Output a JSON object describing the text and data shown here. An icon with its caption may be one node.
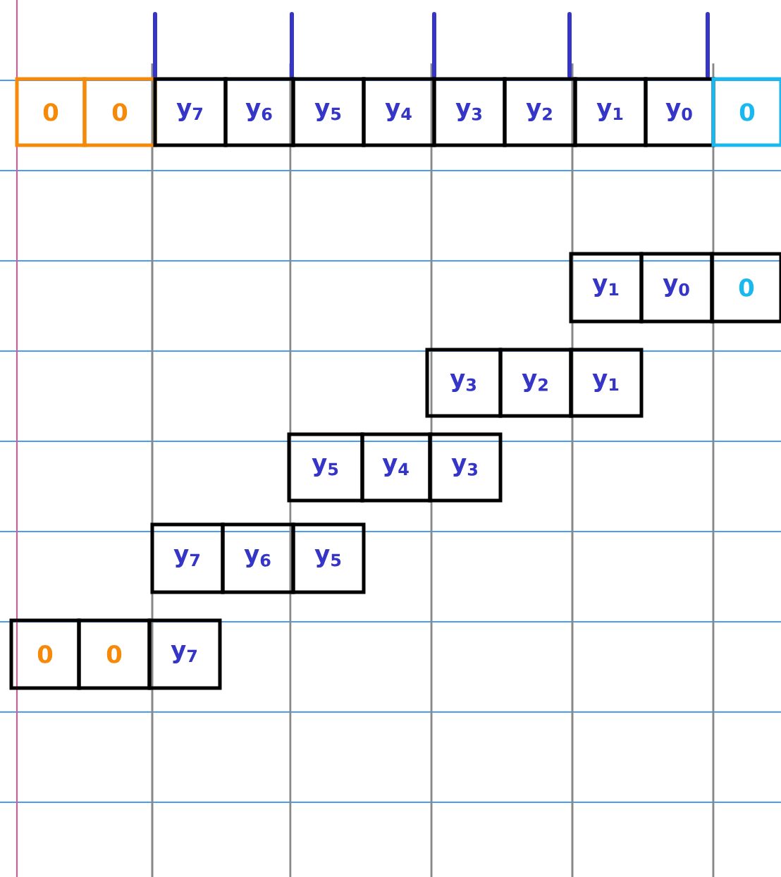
{
  "diagram": {
    "nodes": [
      {
        "text": [
          "0"
        ]
      },
      {
        "text": [
          "0"
        ]
      },
      {
        "text": [
          "y$_{7}$"
        ]
      },
      {
        "text": [
          "y$_{6}$"
        ]
      },
      {
        "text": [
          "y$_{5}$"
        ]
      },
      {
        "text": [
          "y$_{4}$"
        ]
      },
      {
        "text": [
          "y$_{3}$"
        ]
      },
      {
        "text": [
          "y$_{2}$"
        ]
      },
      {
        "text": [
          "y$_{1}$"
        ]
      },
      {
        "text": [
          "y$_{0}$"
        ]
      },
      {
        "text": [
          "0"
        ]
      },
      {
        "text": [
          "y$_{1}$"
        ]
      },
      {
        "text": [
          "y$_{0}$"
        ]
      },
      {
        "text": [
          "0"
        ]
      },
      {
        "text": [
          "y$_{3}$"
        ]
      },
      {
        "text": [
          "y$_{2}$"
        ]
      },
      {
        "text": [
          "y$_{1}$"
        ]
      },
      {
        "text": [
          "y$_{5}$"
        ]
      },
      {
        "text": [
          "y$_{4}$"
        ]
      },
      {
        "text": [
          "y$_{3}$"
        ]
      },
      {
        "text": [
          "y$_{7}$"
        ]
      },
      {
        "text": [
          "y$_{6}$"
        ]
      },
      {
        "text": [
          "y$_{5}$"
        ]
      },
      {
        "text": [
          "0"
        ]
      },
      {
        "text": [
          "0"
        ]
      },
      {
        "text": [
          "y$_{7}$"
        ]
      }
    ]
  }
}
